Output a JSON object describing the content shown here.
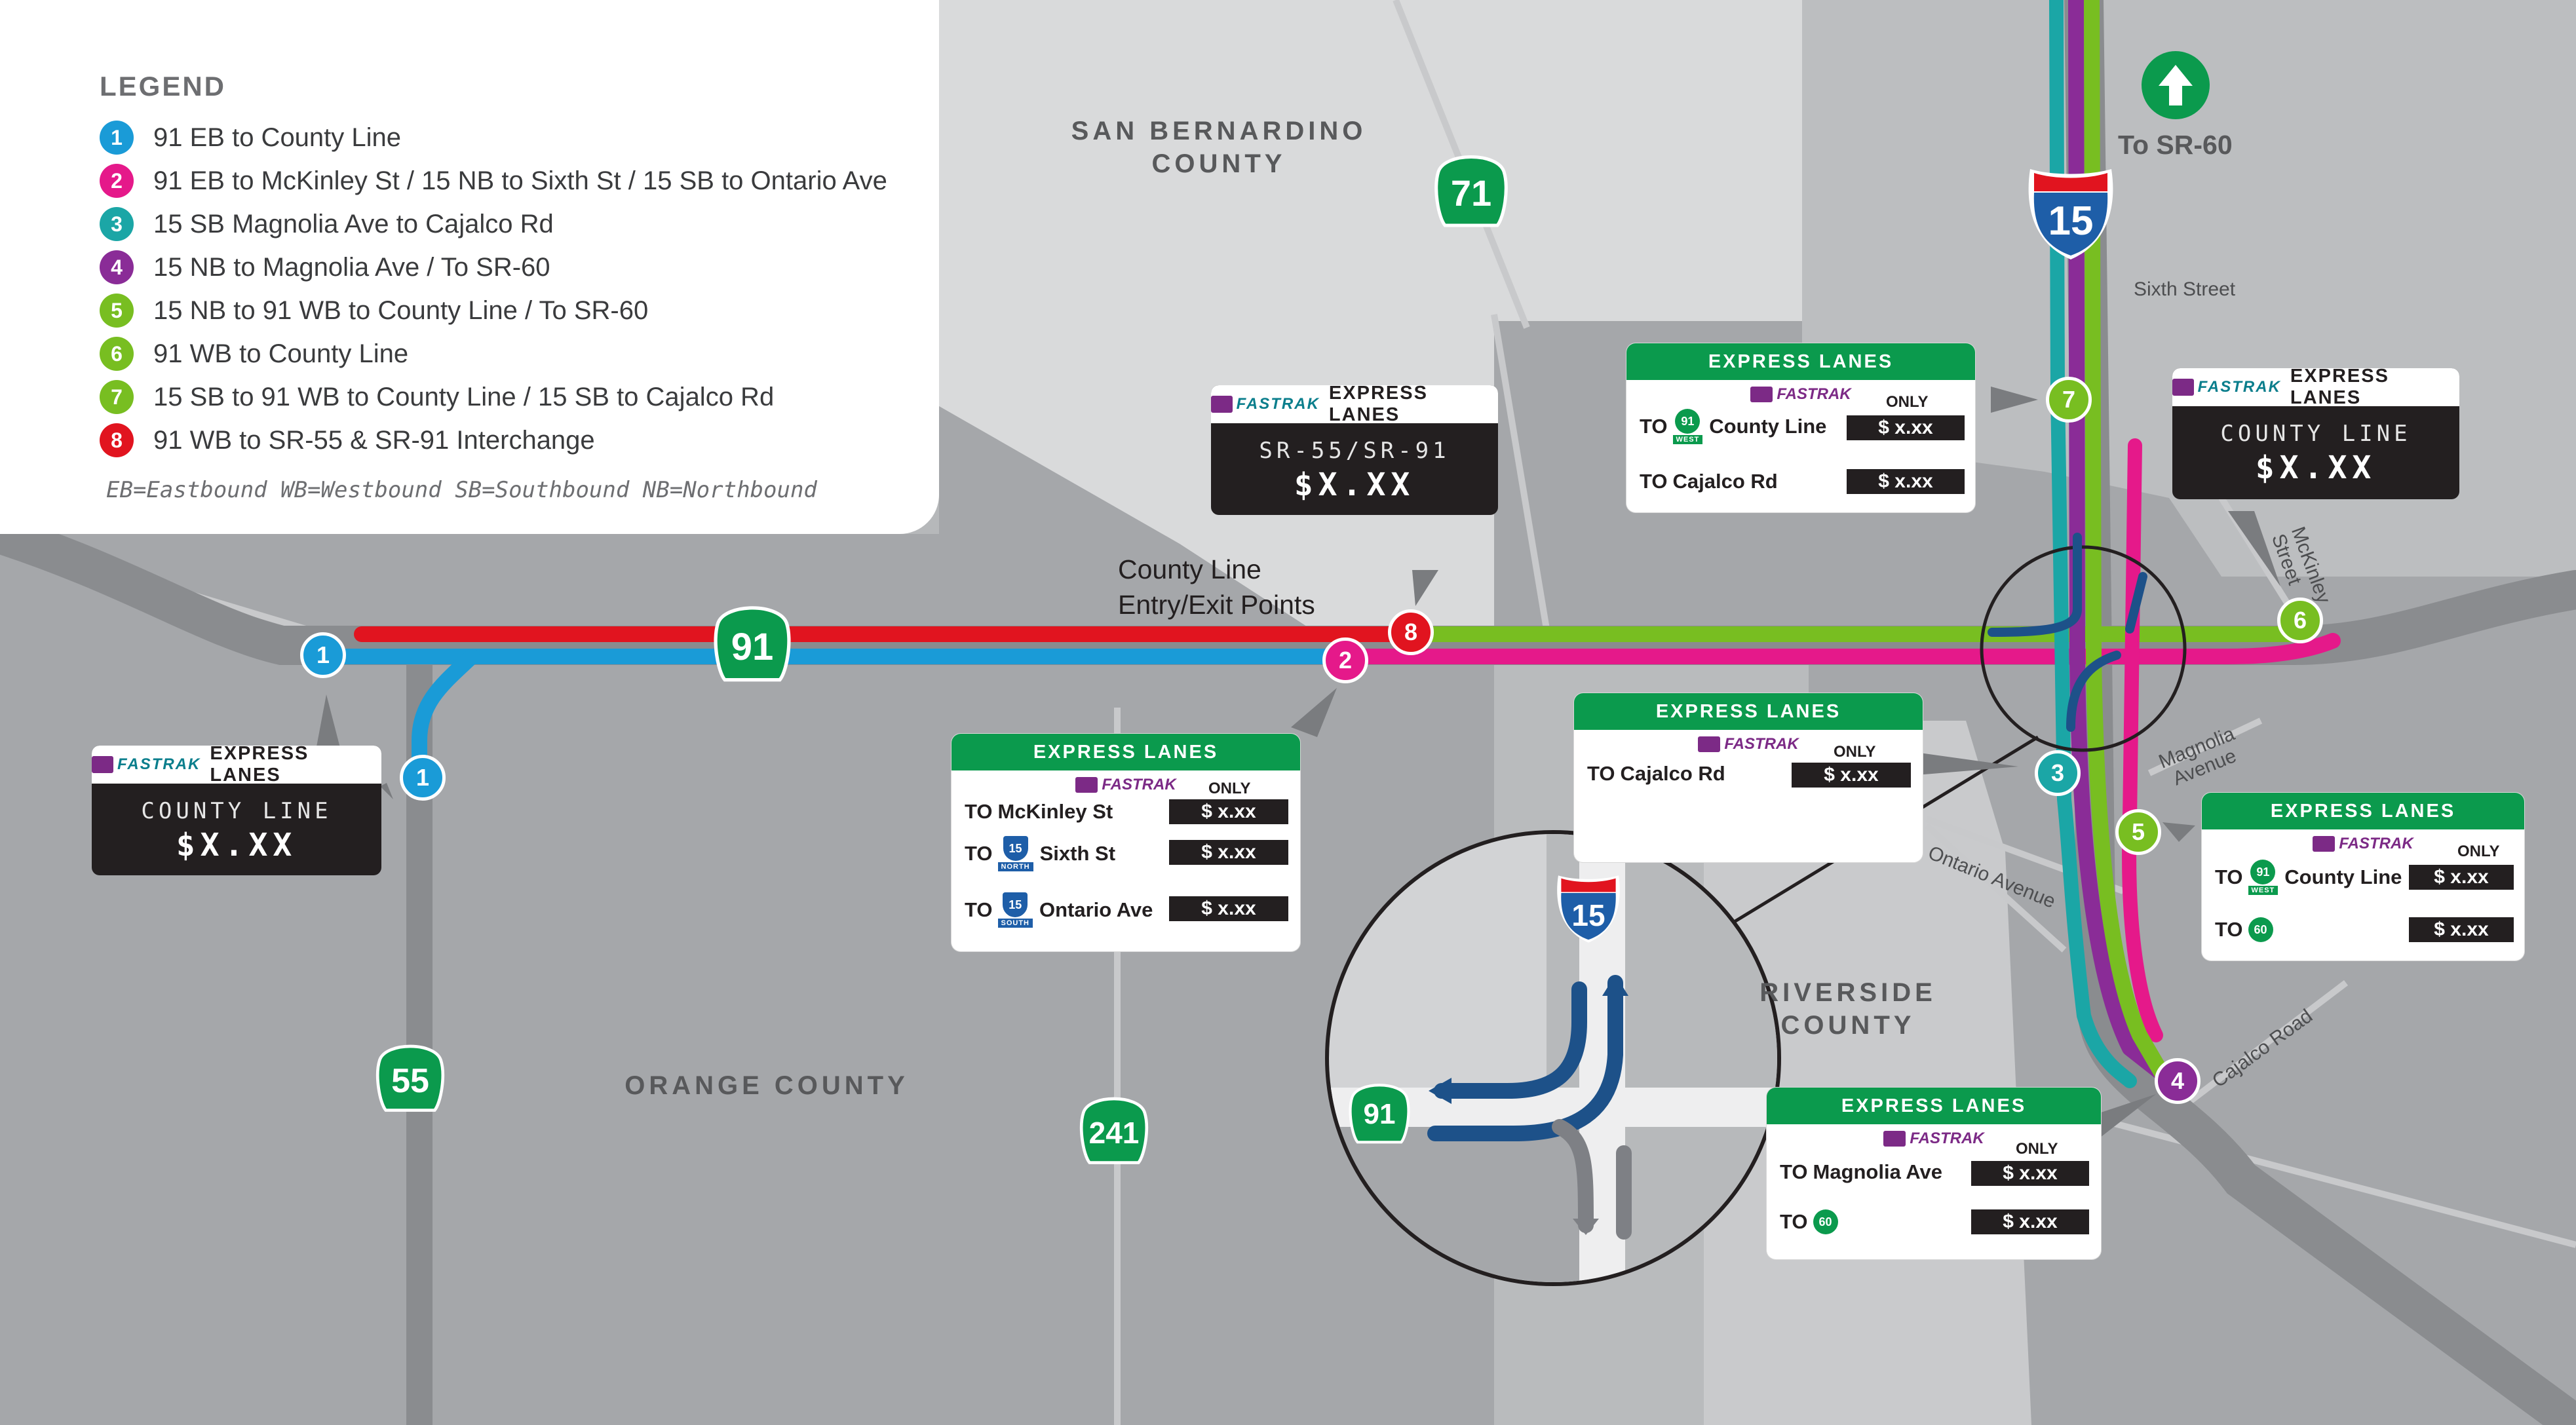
{
  "legend": {
    "title": "LEGEND",
    "items": [
      {
        "num": "1",
        "label": "91 EB to County Line",
        "color": "#1a9bd7"
      },
      {
        "num": "2",
        "label": "91 EB to McKinley St / 15 NB to Sixth St / 15 SB to Ontario Ave",
        "color": "#e5198a"
      },
      {
        "num": "3",
        "label": "15 SB Magnolia Ave to Cajalco Rd",
        "color": "#1ba6a6"
      },
      {
        "num": "4",
        "label": "15 NB to Magnolia Ave / To SR-60",
        "color": "#8a2c97"
      },
      {
        "num": "5",
        "label": "15 NB to 91 WB to County Line / To SR-60",
        "color": "#78be21"
      },
      {
        "num": "6",
        "label": "91 WB to County Line",
        "color": "#78be21"
      },
      {
        "num": "7",
        "label": "15 SB to 91 WB to County Line / 15 SB to Cajalco Rd",
        "color": "#78be21"
      },
      {
        "num": "8",
        "label": "91 WB to SR-55 & SR-91 Interchange",
        "color": "#e1141f"
      }
    ],
    "abbreviations": "EB=Eastbound  WB=Westbound  SB=Southbound  NB=Northbound"
  },
  "counties": {
    "san_bernardino": [
      "SAN BERNARDINO",
      "COUNTY"
    ],
    "orange": "ORANGE COUNTY",
    "riverside": [
      "RIVERSIDE",
      "COUNTY"
    ]
  },
  "route_shields": {
    "sr71": "71",
    "sr91": "91",
    "sr55": "55",
    "sr241": "241",
    "i15": "15",
    "inset91": "91",
    "inset15": "15"
  },
  "streets": {
    "sixth": "Sixth Street",
    "mckinley": [
      "McKinley",
      "Street"
    ],
    "magnolia": [
      "Magnolia",
      "Avenue"
    ],
    "ontario": "Ontario Avenue",
    "cajalco": "Cajalco Road"
  },
  "to_sr60": "To SR-60",
  "entry_exit": [
    "County Line",
    "Entry/Exit Points"
  ],
  "markers": {
    "m1a": {
      "num": "1",
      "color": "#1a9bd7"
    },
    "m1b": {
      "num": "1",
      "color": "#1a9bd7"
    },
    "m2": {
      "num": "2",
      "color": "#e5198a"
    },
    "m8": {
      "num": "8",
      "color": "#e1141f"
    },
    "m7": {
      "num": "7",
      "color": "#78be21"
    },
    "m6": {
      "num": "6",
      "color": "#78be21"
    },
    "m3": {
      "num": "3",
      "color": "#1ba6a6"
    },
    "m5": {
      "num": "5",
      "color": "#78be21"
    },
    "m4": {
      "num": "4",
      "color": "#8a2c97"
    }
  },
  "dynamic_signs": {
    "west": {
      "brand": "FASTRAK",
      "header": "EXPRESS LANES",
      "line1": "COUNTY LINE",
      "line2": "$X.XX"
    },
    "sr55": {
      "brand": "FASTRAK",
      "header": "EXPRESS LANES",
      "line1": "SR-55/SR-91",
      "line2": "$X.XX"
    },
    "east": {
      "brand": "FASTRAK",
      "header": "EXPRESS LANES",
      "line1": "COUNTY LINE",
      "line2": "$X.XX"
    }
  },
  "price_signs": {
    "mckinley": {
      "header": "EXPRESS LANES",
      "brand": "FASTRAK",
      "only": "ONLY",
      "rows": [
        {
          "to": "TO",
          "dest": "McKinley St",
          "price": "$ x.xx"
        },
        {
          "to": "TO",
          "shield": "15",
          "dir": "NORTH",
          "dest": "Sixth St",
          "price": "$ x.xx"
        },
        {
          "to": "TO",
          "shield": "15",
          "dir": "SOUTH",
          "dest": "Ontario Ave",
          "price": "$ x.xx"
        }
      ]
    },
    "sb15": {
      "header": "EXPRESS LANES",
      "brand": "FASTRAK",
      "only": "ONLY",
      "rows": [
        {
          "to": "TO",
          "shield": "91",
          "dir": "WEST",
          "dest": "County Line",
          "price": "$ x.xx"
        },
        {
          "to": "TO",
          "dest": "Cajalco Rd",
          "price": "$ x.xx"
        }
      ]
    },
    "cajalco": {
      "header": "EXPRESS LANES",
      "brand": "FASTRAK",
      "only": "ONLY",
      "rows": [
        {
          "to": "TO",
          "dest": "Cajalco Rd",
          "price": "$ x.xx"
        }
      ]
    },
    "nb15": {
      "header": "EXPRESS LANES",
      "brand": "FASTRAK",
      "only": "ONLY",
      "rows": [
        {
          "to": "TO",
          "shield": "91",
          "dir": "WEST",
          "dest": "County Line",
          "price": "$ x.xx"
        },
        {
          "to": "TO",
          "shield": "60",
          "dest": "",
          "price": "$ x.xx"
        }
      ]
    },
    "magnolia": {
      "header": "EXPRESS LANES",
      "brand": "FASTRAK",
      "only": "ONLY",
      "rows": [
        {
          "to": "TO",
          "dest": "Magnolia Ave",
          "price": "$ x.xx"
        },
        {
          "to": "TO",
          "shield": "60",
          "dest": "",
          "price": "$ x.xx"
        }
      ]
    }
  },
  "colors": {
    "blue": "#1a9bd7",
    "pink": "#e5198a",
    "red": "#e1141f",
    "green": "#78be21",
    "teal": "#1ba6a6",
    "purple": "#8a2c97",
    "shield_green": "#0b9a4d",
    "interstate_blue": "#1e5ea8"
  }
}
